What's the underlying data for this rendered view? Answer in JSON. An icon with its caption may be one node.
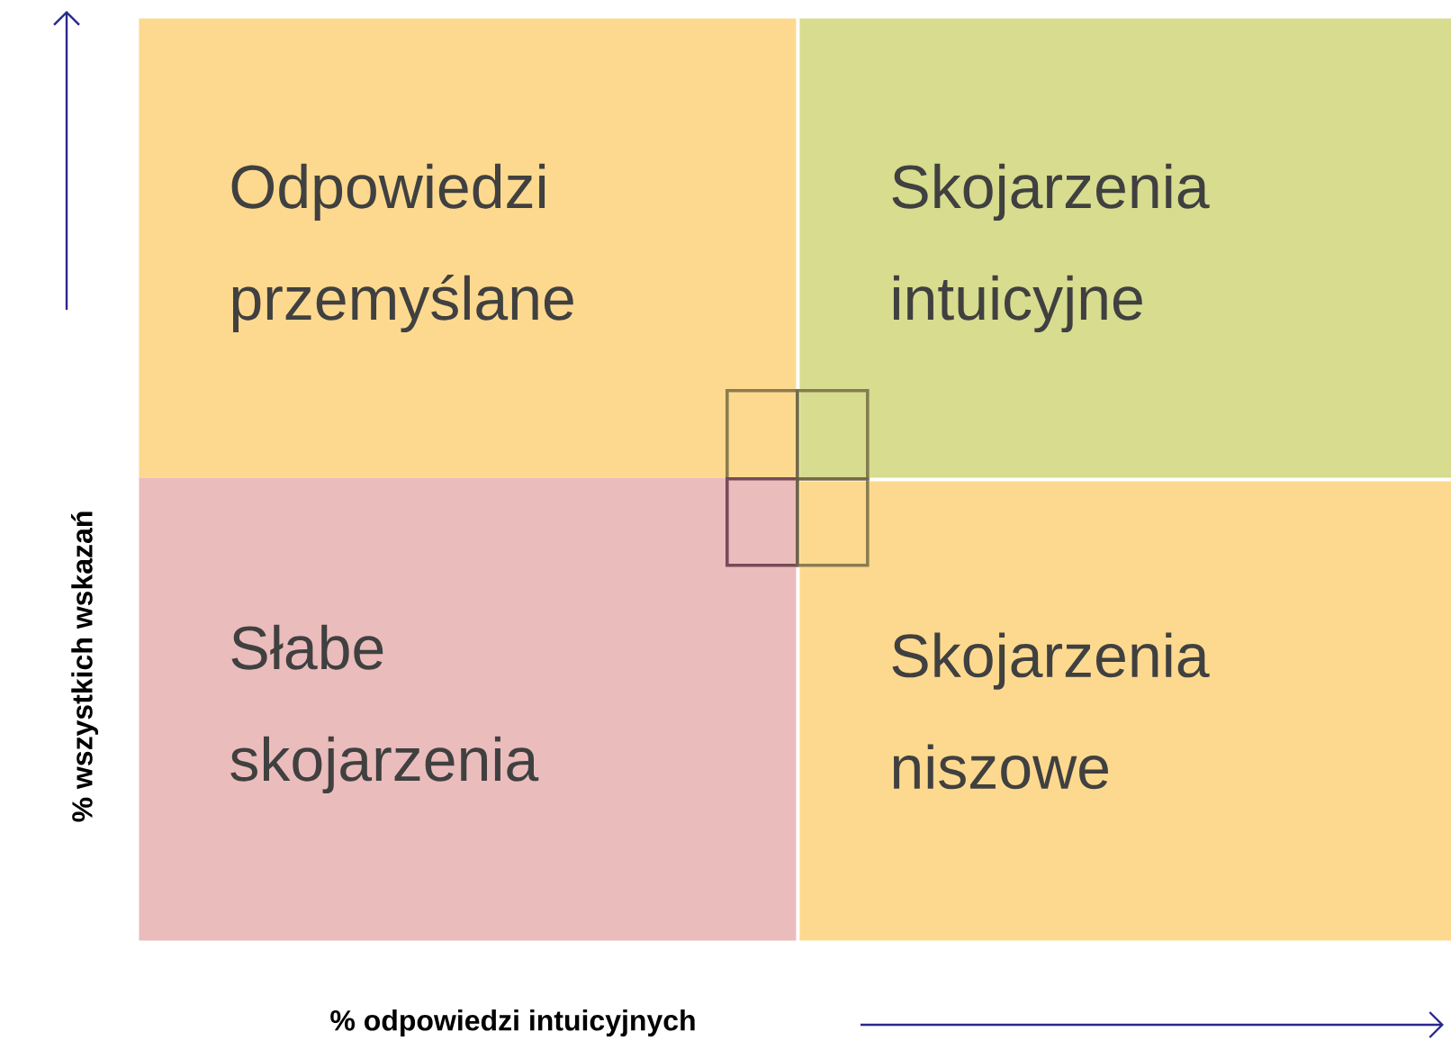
{
  "diagram": {
    "nodes": [
      {
        "text": [
          "Odpowiedzi przemyślane"
        ]
      },
      {
        "text": [
          "Skojarzenia intuicyjne"
        ]
      },
      {
        "text": [
          "Słabe skojarzenia"
        ]
      },
      {
        "text": [
          "Skojarzenia niszowe"
        ]
      },
      {
        "text": [],
        "shape": "box",
        "in": 0
      },
      {
        "text": [],
        "shape": "box",
        "in": 1
      },
      {
        "text": [],
        "shape": "box",
        "in": 2
      },
      {
        "text": [],
        "shape": "box",
        "in": 3
      }
    ],
    "labels": [
      "% wszystkich wskazań",
      "% odpowiedzi intuicyjnych"
    ]
  }
}
